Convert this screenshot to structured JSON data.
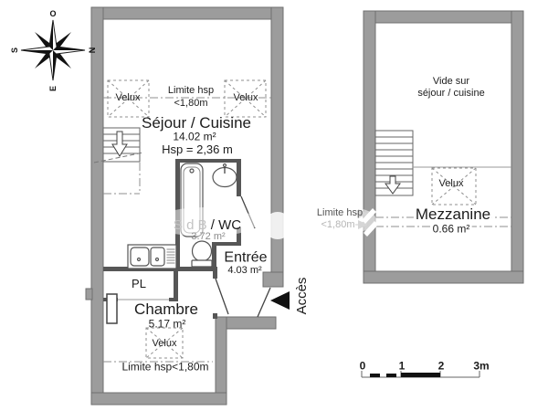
{
  "compass": {
    "west": "O",
    "north": "N",
    "south": "S",
    "east": "E"
  },
  "main_plan": {
    "velux_left": "Velux",
    "velux_right": "Velux",
    "height_limit_line1": "Limite hsp",
    "height_limit_line2": "<1,80m",
    "living_title": "Séjour / Cuisine",
    "living_area": "14.02 m²",
    "ceiling_height": "Hsp =  2,36 m",
    "bath_title_faded": "S d B",
    "bath_title_dark": " / WC",
    "bath_area": "3.72 m²",
    "entry_title": "Entrée",
    "entry_area": "4.03 m²",
    "closet_label": "PL",
    "bedroom_title": "Chambre",
    "bedroom_area": "5.17 m²",
    "bedroom_velux": "Velux",
    "bedroom_height_limit": "Limite hsp<1,80m",
    "access_label": "Accès"
  },
  "mezzanine_plan": {
    "void_line1": "Vide sur",
    "void_line2": "séjour / cuisine",
    "velux": "Velux",
    "title": "Mezzanine",
    "area": "0.66 m²",
    "height_limit_line1": "Limite hsp",
    "height_limit_line2": "<1,80m"
  },
  "scale_bar": {
    "tick0": "0",
    "tick1": "1",
    "tick2": "2",
    "tick3": "3m"
  },
  "colors": {
    "wall_fill": "#9c9c9c",
    "wall_edge": "#6f6f6f",
    "partition": "#565656",
    "dash": "#8f8f8f",
    "text": "#1c1c1c",
    "faded": "#c4c4c4"
  }
}
